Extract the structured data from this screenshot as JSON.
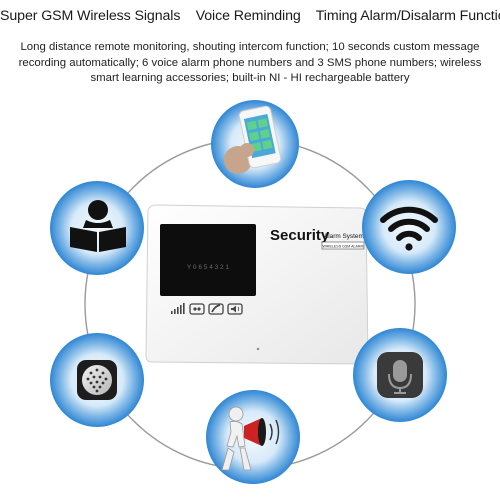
{
  "headline": "Super GSM Wireless Signals    Voice Reminding    Timing Alarm/Disalarm Function",
  "description": "Long distance remote monitoring,  shouting intercom function; 10 seconds custom message recording automatically; 6 voice alarm phone numbers and 3 SMS phone numbers; wireless smart learning accessories; built-in NI - HI rechargeable battery",
  "device": {
    "brand": "Security",
    "subtitle": "Alarm System",
    "tag": "WIRELESS GSM ALARM",
    "screen_digits": "Y 0 6 5 4 3 2 1"
  },
  "features": [
    {
      "name": "phone-app",
      "icon": "smartphone-icon"
    },
    {
      "name": "manual",
      "icon": "book-reader-icon"
    },
    {
      "name": "wireless",
      "icon": "wifi-icon"
    },
    {
      "name": "speaker",
      "icon": "speaker-grille-icon"
    },
    {
      "name": "microphone",
      "icon": "microphone-icon"
    },
    {
      "name": "announcer",
      "icon": "megaphone-icon"
    }
  ],
  "colors": {
    "circle_outer": "#3a8ed8",
    "circle_inner": "#cfe6f8",
    "ring": "#9a9a9a",
    "device_body": "#f4f4f4",
    "screen": "#0d0d0d"
  }
}
